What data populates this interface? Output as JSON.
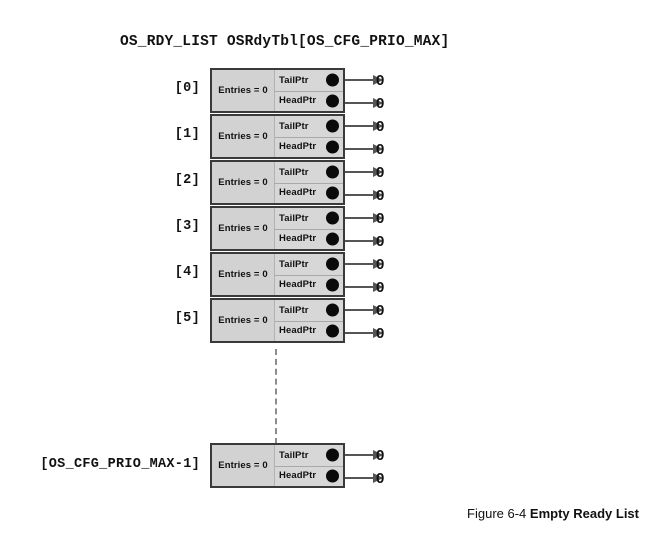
{
  "diagram": {
    "title": "OS_RDY_LIST OSRdyTbl[OS_CFG_PRIO_MAX]",
    "entries_label": "Entries = 0",
    "tail_label": "TailPtr",
    "head_label": "HeadPtr",
    "null_value": "0",
    "colors": {
      "box_fill": "#d2d2d2",
      "box_fill_right": "#d7d7d7",
      "box_border": "#3a3a3a",
      "dot": "#0a0a0a",
      "arrow": "#555555",
      "dashed_line": "#8c8c8c",
      "background": "#ffffff",
      "text": "#111111"
    },
    "rows": [
      {
        "index_label": "[0]",
        "entries": "Entries = 0",
        "tail_label": "TailPtr",
        "head_label": "HeadPtr",
        "tail_value": "0",
        "head_value": "0"
      },
      {
        "index_label": "[1]",
        "entries": "Entries = 0",
        "tail_label": "TailPtr",
        "head_label": "HeadPtr",
        "tail_value": "0",
        "head_value": "0"
      },
      {
        "index_label": "[2]",
        "entries": "Entries = 0",
        "tail_label": "TailPtr",
        "head_label": "HeadPtr",
        "tail_value": "0",
        "head_value": "0"
      },
      {
        "index_label": "[3]",
        "entries": "Entries = 0",
        "tail_label": "TailPtr",
        "head_label": "HeadPtr",
        "tail_value": "0",
        "head_value": "0"
      },
      {
        "index_label": "[4]",
        "entries": "Entries = 0",
        "tail_label": "TailPtr",
        "head_label": "HeadPtr",
        "tail_value": "0",
        "head_value": "0"
      },
      {
        "index_label": "[5]",
        "entries": "Entries = 0",
        "tail_label": "TailPtr",
        "head_label": "HeadPtr",
        "tail_value": "0",
        "head_value": "0"
      },
      {
        "index_label": "[OS_CFG_PRIO_MAX-1]",
        "entries": "Entries = 0",
        "tail_label": "TailPtr",
        "head_label": "HeadPtr",
        "tail_value": "0",
        "head_value": "0"
      }
    ]
  },
  "caption": {
    "number": "Figure 6-4",
    "title": "Empty Ready List"
  }
}
